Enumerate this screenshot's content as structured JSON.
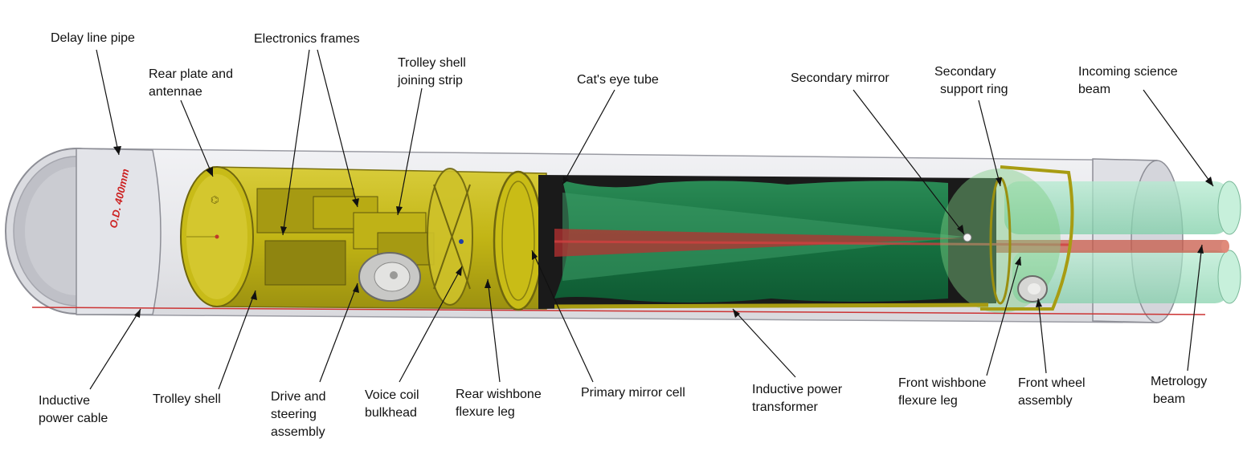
{
  "labels": {
    "delay_line_pipe": [
      "Delay line pipe"
    ],
    "rear_plate": [
      "Rear plate and",
      "antennae"
    ],
    "electronics_frames": [
      "Electronics frames"
    ],
    "trolley_shell_joining_strip": [
      "Trolley shell",
      "joining strip"
    ],
    "cats_eye_tube": [
      "Cat's eye tube"
    ],
    "secondary_mirror": [
      "Secondary mirror"
    ],
    "secondary_support_ring": [
      "Secondary",
      "support ring"
    ],
    "incoming_science_beam": [
      "Incoming science",
      "beam"
    ],
    "inductive_power_cable": [
      "Inductive",
      "power cable"
    ],
    "trolley_shell": [
      "Trolley shell"
    ],
    "drive_and_steering": [
      "Drive and",
      "steering",
      "assembly"
    ],
    "voice_coil_bulkhead": [
      "Voice coil",
      "bulkhead"
    ],
    "rear_wishbone": [
      "Rear wishbone",
      "flexure leg"
    ],
    "primary_mirror_cell": [
      "Primary mirror cell"
    ],
    "inductive_power_transformer": [
      "Inductive power",
      "transformer"
    ],
    "front_wishbone": [
      "Front wishbone",
      "flexure leg"
    ],
    "front_wheel_assembly": [
      "Front wheel",
      "assembly"
    ],
    "metrology_beam": [
      "Metrology",
      "beam"
    ]
  },
  "pipe_marking": "O.D. 400mm",
  "colors": {
    "pipe": "#cfd0d6",
    "pipe_dark": "#a9aab2",
    "trolley": "#c9bc16",
    "trolley_dark": "#8f8510",
    "cats_eye": "#1f7a46",
    "science_beam": "#8fd9b4",
    "metrology_beam": "#c85040",
    "marking": "#cc2222"
  }
}
